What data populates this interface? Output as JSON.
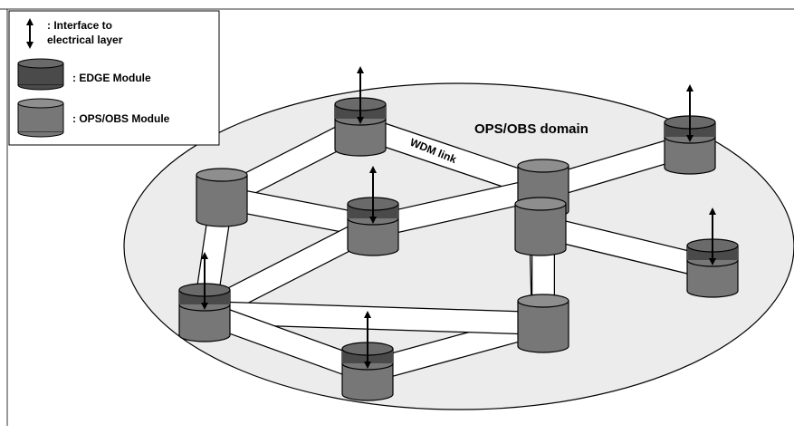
{
  "legend": {
    "interface_line1": ": Interface to",
    "interface_line2": "electrical layer",
    "edge_label": ": EDGE Module",
    "ops_label": ": OPS/OBS Module"
  },
  "domain_label": "OPS/OBS domain",
  "link_label": "WDM link",
  "colors": {
    "domain_fill": "#ececec",
    "module_body": "#777777",
    "module_top": "#8e8e8e",
    "edge_band": "#4a4a4a",
    "link_fill": "#ffffff"
  },
  "network": {
    "nodes": [
      {
        "id": "n1",
        "kind": "edge"
      },
      {
        "id": "n2",
        "kind": "edge"
      },
      {
        "id": "n3",
        "kind": "ops"
      },
      {
        "id": "n4",
        "kind": "ops"
      },
      {
        "id": "n5",
        "kind": "edge"
      },
      {
        "id": "n6",
        "kind": "ops"
      },
      {
        "id": "n7",
        "kind": "edge"
      },
      {
        "id": "n8",
        "kind": "edge"
      },
      {
        "id": "n9",
        "kind": "ops"
      },
      {
        "id": "n10",
        "kind": "edge"
      }
    ],
    "links": [
      [
        "n1",
        "n4"
      ],
      [
        "n3",
        "n1"
      ],
      [
        "n3",
        "n5"
      ],
      [
        "n4",
        "n6"
      ],
      [
        "n4",
        "n2"
      ],
      [
        "n5",
        "n4"
      ],
      [
        "n5",
        "n7"
      ],
      [
        "n6",
        "n9"
      ],
      [
        "n6",
        "n8"
      ],
      [
        "n9",
        "n10"
      ],
      [
        "n7",
        "n9"
      ],
      [
        "n7",
        "n10"
      ],
      [
        "n3",
        "n7"
      ],
      [
        "n4",
        "n9"
      ]
    ]
  }
}
